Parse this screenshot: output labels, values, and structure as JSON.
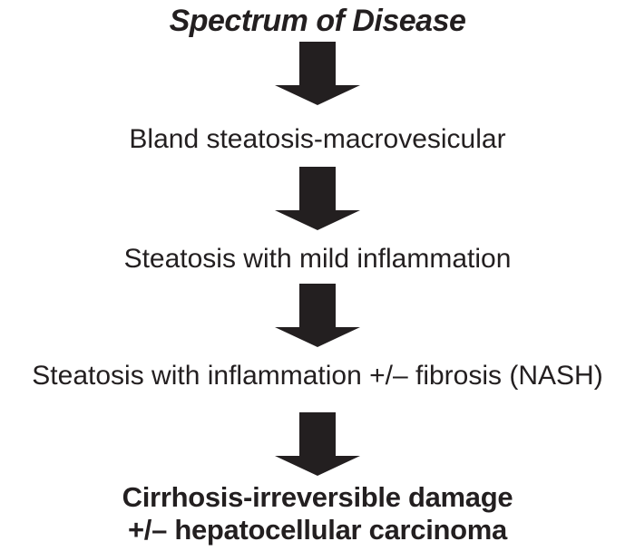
{
  "title": "Spectrum of Disease",
  "stages": [
    {
      "label": "Bland steatosis-macrovesicular"
    },
    {
      "label": "Steatosis with mild inflammation"
    },
    {
      "label": "Steatosis with inflammation +/– fibrosis (NASH)"
    }
  ],
  "final_stage": {
    "line1": "Cirrhosis-irreversible damage",
    "line2": "+/– hepatocellular carcinoma"
  },
  "icons": {
    "arrow": "down-block-arrow"
  },
  "colors": {
    "text": "#231f20",
    "arrow_fill": "#231f20",
    "background": "#ffffff"
  }
}
